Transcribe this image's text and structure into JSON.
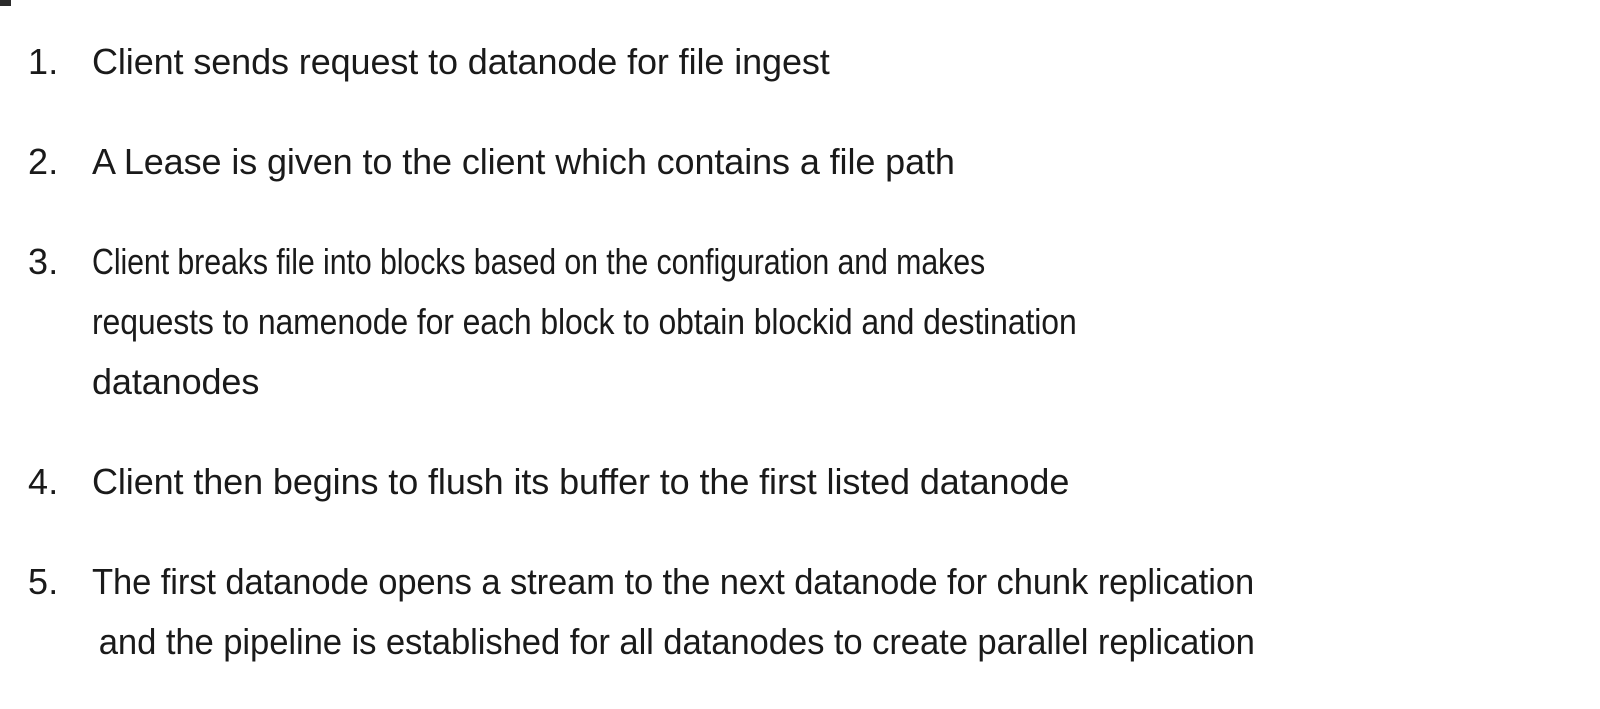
{
  "slide": {
    "background_color": "#ffffff",
    "text_color": "#1a1a1a",
    "corner_mark_color": "#2b2b2b"
  },
  "list": {
    "type": "ordered-numbered",
    "items": [
      {
        "number": "1.",
        "lines": [
          "Client sends request to datanode for file ingest"
        ]
      },
      {
        "number": "2.",
        "lines": [
          "A Lease is given to the client which contains a file path"
        ]
      },
      {
        "number": "3.",
        "lines": [
          "Client breaks file into blocks based on the configuration and makes",
          "requests to namenode for each block to obtain blockid and destination",
          "datanodes"
        ]
      },
      {
        "number": "4.",
        "lines": [
          "Client then begins to flush its buffer to the first listed datanode"
        ]
      },
      {
        "number": "5.",
        "lines": [
          "The first datanode opens a stream to the next datanode for chunk replication",
          "and the pipeline is established for all datanodes to create parallel replication"
        ]
      }
    ]
  }
}
